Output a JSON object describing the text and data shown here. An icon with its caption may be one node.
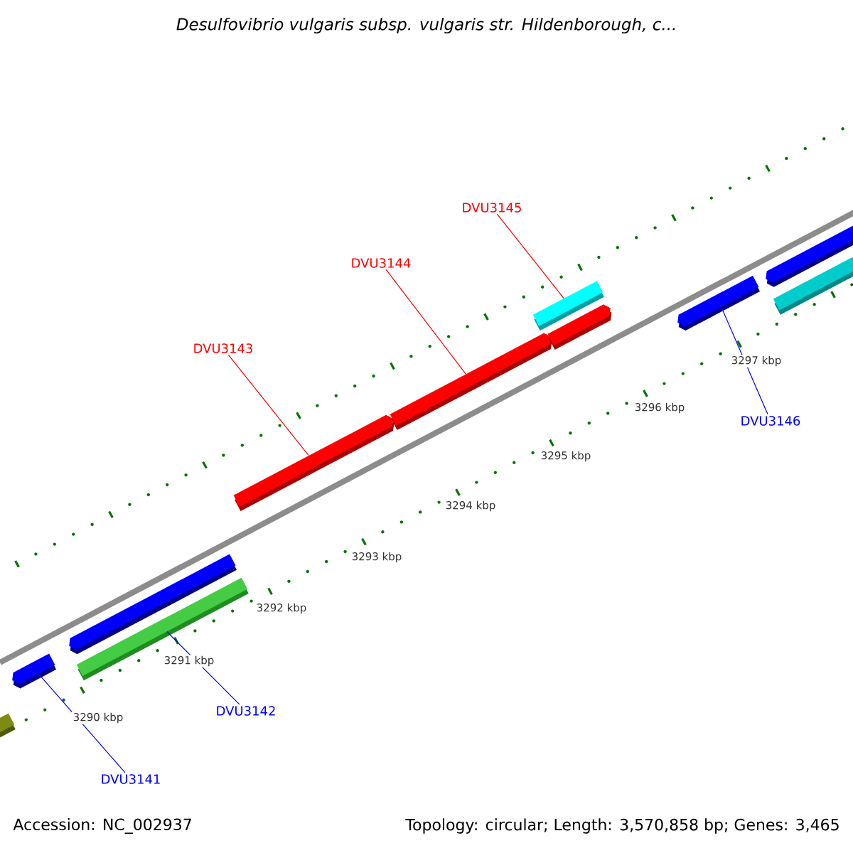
{
  "diagram": {
    "title": "Desulfovibrio vulgaris subsp. vulgaris str. Hildenborough, c...",
    "nodes": [
      {
        "text": [
          "DVU3145"
        ]
      },
      {
        "text": [
          "DVU3144"
        ]
      },
      {
        "text": [
          "DVU3143"
        ]
      },
      {
        "text": [
          "DVU3146"
        ]
      },
      {
        "text": [
          "DVU3142"
        ]
      },
      {
        "text": [
          "DVU3141"
        ]
      },
      {
        "text": [],
        "shape": "bar"
      },
      {
        "text": [],
        "shape": "bar"
      },
      {
        "text": [],
        "shape": "bar"
      },
      {
        "text": [],
        "shape": "bar"
      },
      {
        "text": [],
        "shape": "bar"
      },
      {
        "text": [],
        "shape": "bar"
      },
      {
        "text": [],
        "shape": "bar"
      },
      {
        "text": [],
        "shape": "bar"
      },
      {
        "text": [],
        "shape": "bar"
      },
      {
        "text": [],
        "shape": "bar"
      },
      {
        "text": [],
        "shape": "bar"
      }
    ],
    "edges": [
      {
        "from": 5,
        "to": 7,
        "arrow": "none",
        "color": "#0000ff"
      },
      {
        "from": 4,
        "to": 9,
        "arrow": "none",
        "color": "#0000ff"
      },
      {
        "from": 2,
        "to": 10,
        "arrow": "none",
        "color": "#ff0000"
      },
      {
        "from": 1,
        "to": 11,
        "arrow": "none",
        "color": "#ff0000"
      },
      {
        "from": 0,
        "to": 12,
        "arrow": "none",
        "color": "#ff0000"
      },
      {
        "from": 3,
        "to": 14,
        "arrow": "none",
        "color": "#0000ff"
      }
    ],
    "labels": [
      "3290 kbp",
      "3291 kbp",
      "3292 kbp",
      "3293 kbp",
      "3294 kbp",
      "3295 kbp",
      "3296 kbp",
      "3297 kbp",
      "Accession: NC_002937",
      "Topology: circular; Length: 3,570,858 bp; Genes: 3,465"
    ]
  }
}
